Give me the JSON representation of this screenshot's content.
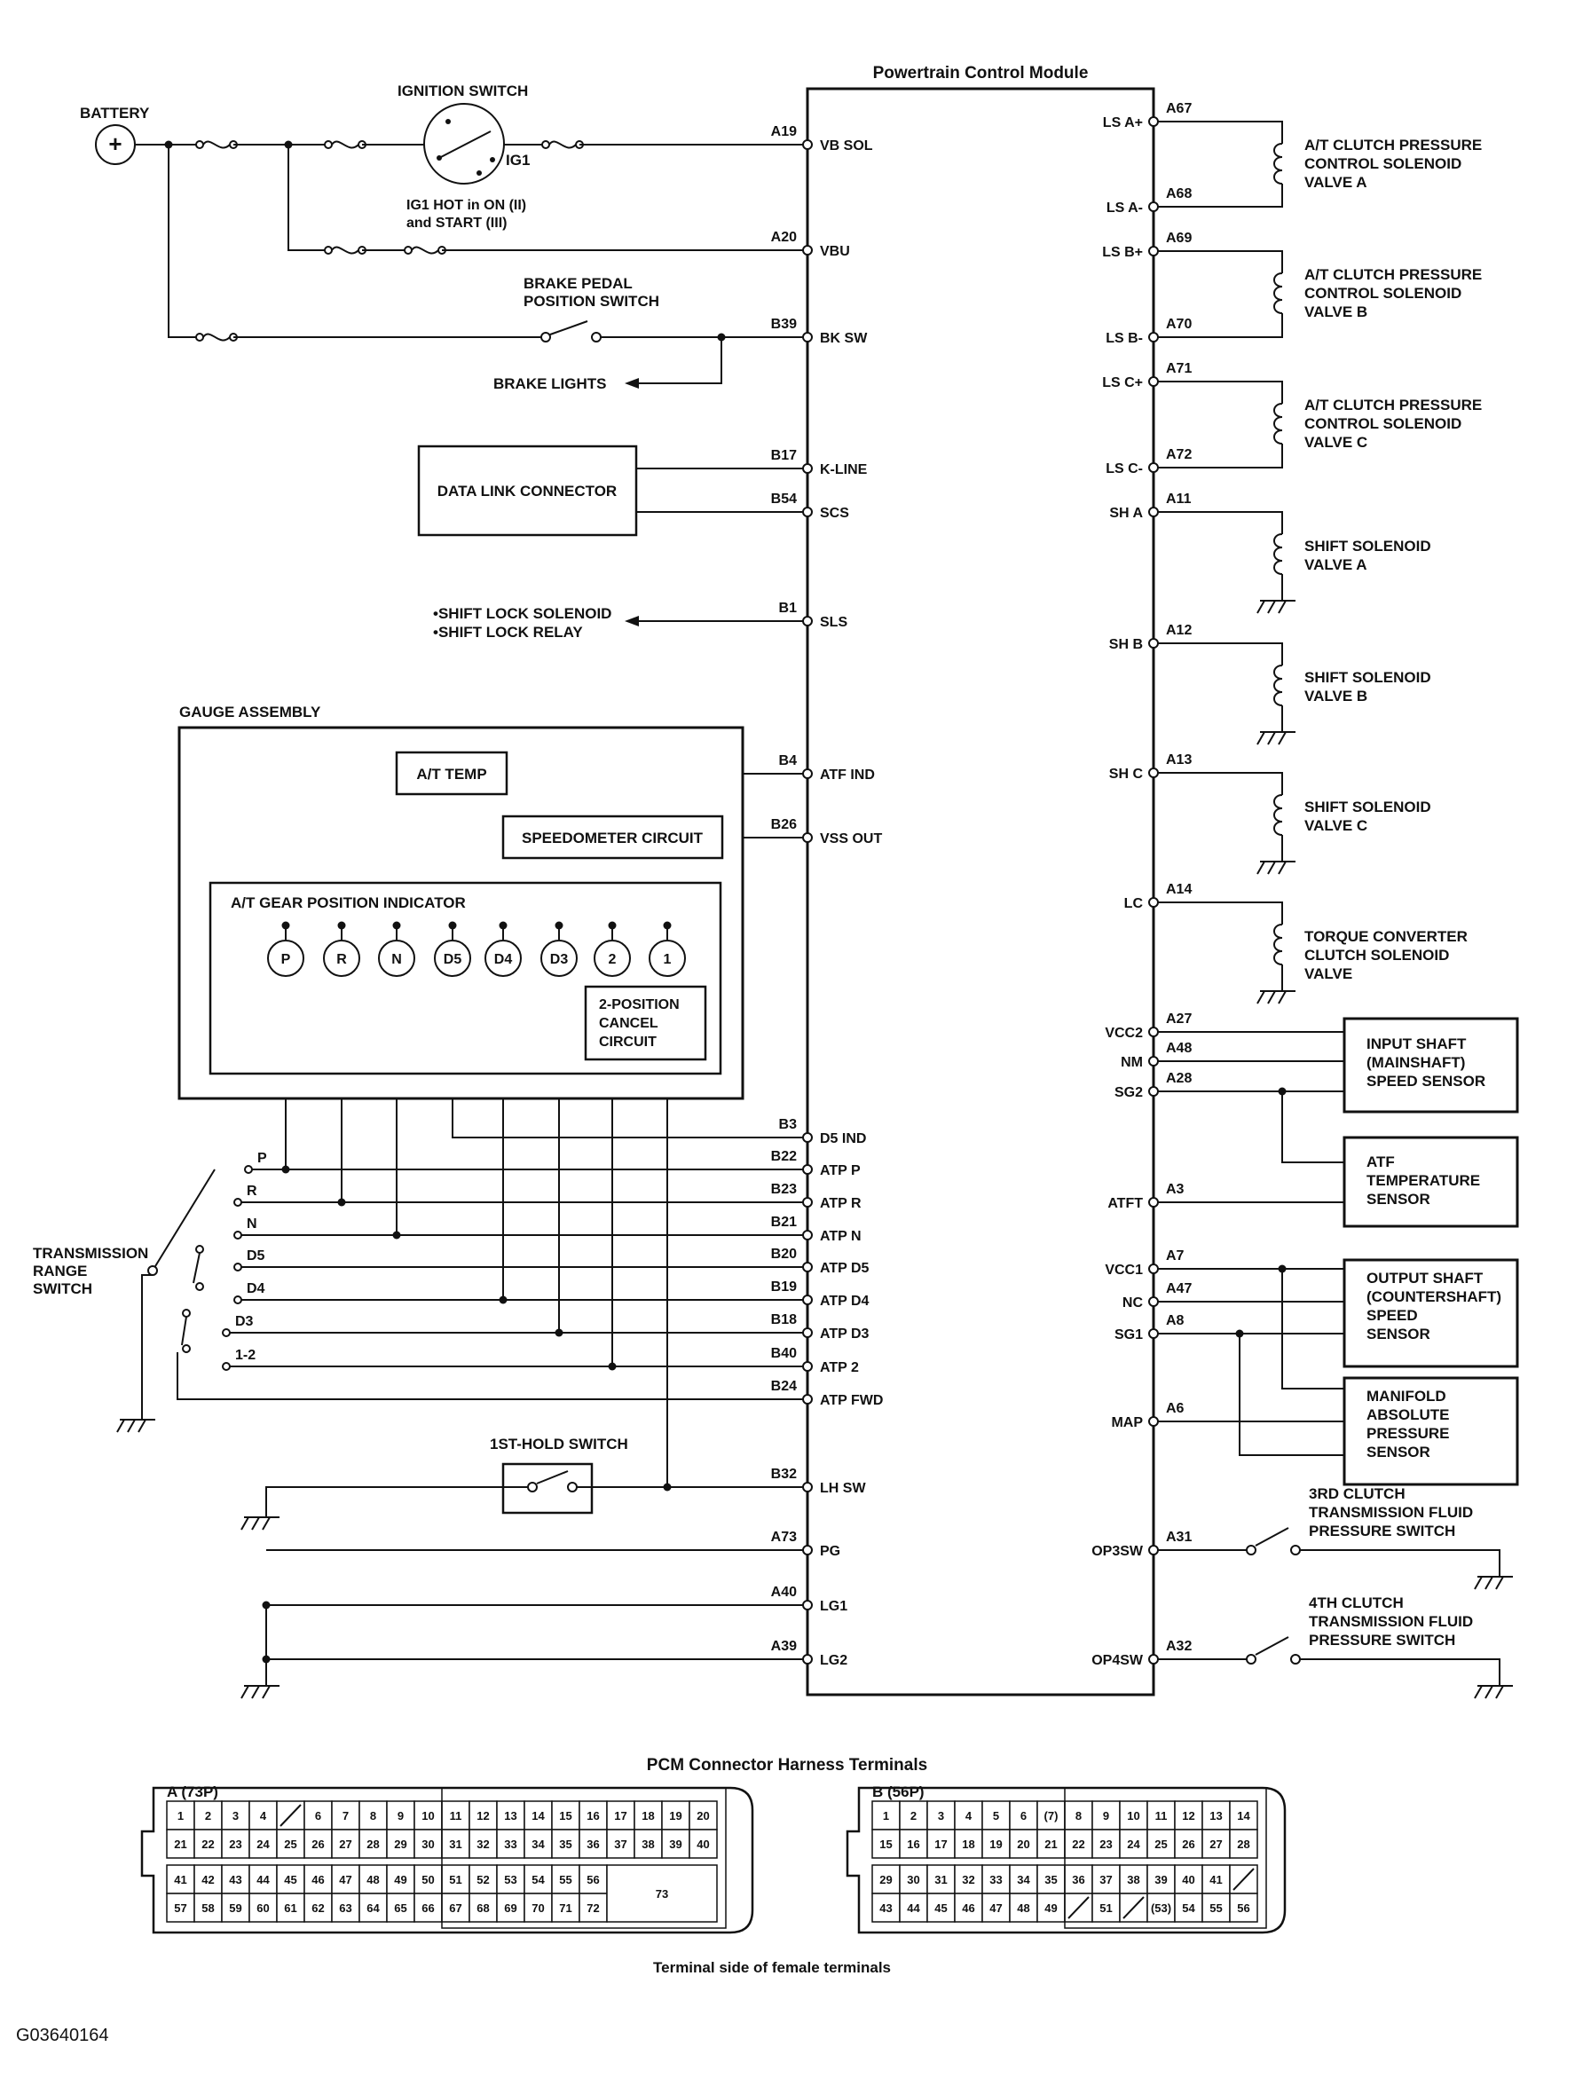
{
  "pcm": {
    "title": "Powertrain Control Module",
    "left_pins": [
      {
        "num": "A19",
        "name": "VB SOL"
      },
      {
        "num": "A20",
        "name": "VBU"
      },
      {
        "num": "B39",
        "name": "BK SW"
      },
      {
        "num": "B17",
        "name": "K-LINE"
      },
      {
        "num": "B54",
        "name": "SCS"
      },
      {
        "num": "B1",
        "name": "SLS"
      },
      {
        "num": "B4",
        "name": "ATF IND"
      },
      {
        "num": "B26",
        "name": "VSS OUT"
      },
      {
        "num": "B3",
        "name": "D5 IND"
      },
      {
        "num": "B22",
        "name": "ATP P"
      },
      {
        "num": "B23",
        "name": "ATP R"
      },
      {
        "num": "B21",
        "name": "ATP N"
      },
      {
        "num": "B20",
        "name": "ATP D5"
      },
      {
        "num": "B19",
        "name": "ATP D4"
      },
      {
        "num": "B18",
        "name": "ATP D3"
      },
      {
        "num": "B40",
        "name": "ATP 2"
      },
      {
        "num": "B24",
        "name": "ATP FWD"
      },
      {
        "num": "B32",
        "name": "LH SW"
      },
      {
        "num": "A73",
        "name": "PG"
      },
      {
        "num": "A40",
        "name": "LG1"
      },
      {
        "num": "A39",
        "name": "LG2"
      }
    ],
    "right_pins": [
      {
        "num": "A67",
        "name": "LS A+"
      },
      {
        "num": "A68",
        "name": "LS A-"
      },
      {
        "num": "A69",
        "name": "LS B+"
      },
      {
        "num": "A70",
        "name": "LS B-"
      },
      {
        "num": "A71",
        "name": "LS C+"
      },
      {
        "num": "A72",
        "name": "LS C-"
      },
      {
        "num": "A11",
        "name": "SH A"
      },
      {
        "num": "A12",
        "name": "SH B"
      },
      {
        "num": "A13",
        "name": "SH C"
      },
      {
        "num": "A14",
        "name": "LC"
      },
      {
        "num": "A27",
        "name": "VCC2"
      },
      {
        "num": "A48",
        "name": "NM"
      },
      {
        "num": "A28",
        "name": "SG2"
      },
      {
        "num": "A3",
        "name": "ATFT"
      },
      {
        "num": "A7",
        "name": "VCC1"
      },
      {
        "num": "A47",
        "name": "NC"
      },
      {
        "num": "A8",
        "name": "SG1"
      },
      {
        "num": "A6",
        "name": "MAP"
      },
      {
        "num": "A31",
        "name": "OP3SW"
      },
      {
        "num": "A32",
        "name": "OP4SW"
      }
    ]
  },
  "left": {
    "battery": "BATTERY",
    "ignition_switch": "IGNITION SWITCH",
    "ig1": "IG1",
    "ig1_note_1": "IG1 HOT in ON (II)",
    "ig1_note_2": "and START (III)",
    "brake_switch_1": "BRAKE PEDAL",
    "brake_switch_2": "POSITION SWITCH",
    "brake_lights": "BRAKE LIGHTS",
    "data_link": "DATA LINK CONNECTOR",
    "shift_lock_1": "•SHIFT LOCK SOLENOID",
    "shift_lock_2": "•SHIFT LOCK RELAY",
    "gauge_assembly": "GAUGE ASSEMBLY",
    "at_temp": "A/T TEMP",
    "speedometer": "SPEEDOMETER CIRCUIT",
    "gear_indicator": "A/T GEAR POSITION  INDICATOR",
    "indicator_lamps": [
      "P",
      "R",
      "N",
      "D5",
      "D4",
      "D3",
      "2",
      "1"
    ],
    "cancel_1": "2-POSITION",
    "cancel_2": "CANCEL",
    "cancel_3": "CIRCUIT",
    "range_switch_1": "TRANSMISSION",
    "range_switch_2": "RANGE",
    "range_switch_3": "SWITCH",
    "range_positions": [
      "P",
      "R",
      "N",
      "D5",
      "D4",
      "D3",
      "1-2"
    ],
    "hold_switch": "1ST-HOLD SWITCH"
  },
  "right": {
    "sol_a": [
      "A/T CLUTCH PRESSURE",
      "CONTROL SOLENOID",
      "VALVE A"
    ],
    "sol_b": [
      "A/T CLUTCH PRESSURE",
      "CONTROL SOLENOID",
      "VALVE B"
    ],
    "sol_c": [
      "A/T CLUTCH PRESSURE",
      "CONTROL SOLENOID",
      "VALVE C"
    ],
    "shift_a": [
      "SHIFT SOLENOID",
      "VALVE A"
    ],
    "shift_b": [
      "SHIFT SOLENOID",
      "VALVE B"
    ],
    "shift_c": [
      "SHIFT SOLENOID",
      "VALVE C"
    ],
    "tcc": [
      "TORQUE CONVERTER",
      "CLUTCH SOLENOID",
      "VALVE"
    ],
    "input_sensor": [
      "INPUT SHAFT",
      "(MAINSHAFT)",
      "SPEED SENSOR"
    ],
    "atf_sensor": [
      "ATF",
      "TEMPERATURE",
      "SENSOR"
    ],
    "output_sensor": [
      "OUTPUT SHAFT",
      "(COUNTERSHAFT)",
      "SPEED",
      "SENSOR"
    ],
    "map_sensor": [
      "MANIFOLD",
      "ABSOLUTE",
      "PRESSURE",
      "SENSOR"
    ],
    "sw3": [
      "3RD CLUTCH",
      "TRANSMISSION FLUID",
      "PRESSURE SWITCH"
    ],
    "sw4": [
      "4TH CLUTCH",
      "TRANSMISSION FLUID",
      "PRESSURE SWITCH"
    ]
  },
  "connectors": {
    "heading": "PCM Connector Harness Terminals",
    "a_label": "A (73P)",
    "b_label": "B (56P)",
    "a_rows": [
      [
        "1",
        "2",
        "3",
        "4",
        "/",
        "6",
        "7",
        "8",
        "9",
        "10",
        "11",
        "12",
        "13",
        "14",
        "15",
        "16",
        "17",
        "18",
        "19",
        "20"
      ],
      [
        "21",
        "22",
        "23",
        "24",
        "25",
        "26",
        "27",
        "28",
        "29",
        "30",
        "31",
        "32",
        "33",
        "34",
        "35",
        "36",
        "37",
        "38",
        "39",
        "40"
      ],
      [
        "41",
        "42",
        "43",
        "44",
        "45",
        "46",
        "47",
        "48",
        "49",
        "50",
        "51",
        "52",
        "53",
        "54",
        "55",
        "56"
      ],
      [
        "57",
        "58",
        "59",
        "60",
        "61",
        "62",
        "63",
        "64",
        "65",
        "66",
        "67",
        "68",
        "69",
        "70",
        "71",
        "72"
      ]
    ],
    "a_big": "73",
    "b_rows": [
      [
        "1",
        "2",
        "3",
        "4",
        "5",
        "6",
        "(7)",
        "8",
        "9",
        "10",
        "11",
        "12",
        "13",
        "14"
      ],
      [
        "15",
        "16",
        "17",
        "18",
        "19",
        "20",
        "21",
        "22",
        "23",
        "24",
        "25",
        "26",
        "27",
        "28"
      ],
      [
        "29",
        "30",
        "31",
        "32",
        "33",
        "34",
        "35",
        "36",
        "37",
        "38",
        "39",
        "40",
        "41",
        "/"
      ],
      [
        "43",
        "44",
        "45",
        "46",
        "47",
        "48",
        "49",
        "/",
        "51",
        "/",
        "(53)",
        "54",
        "55",
        "56"
      ]
    ],
    "footer": "Terminal side of female terminals"
  },
  "figure_id": "G03640164"
}
